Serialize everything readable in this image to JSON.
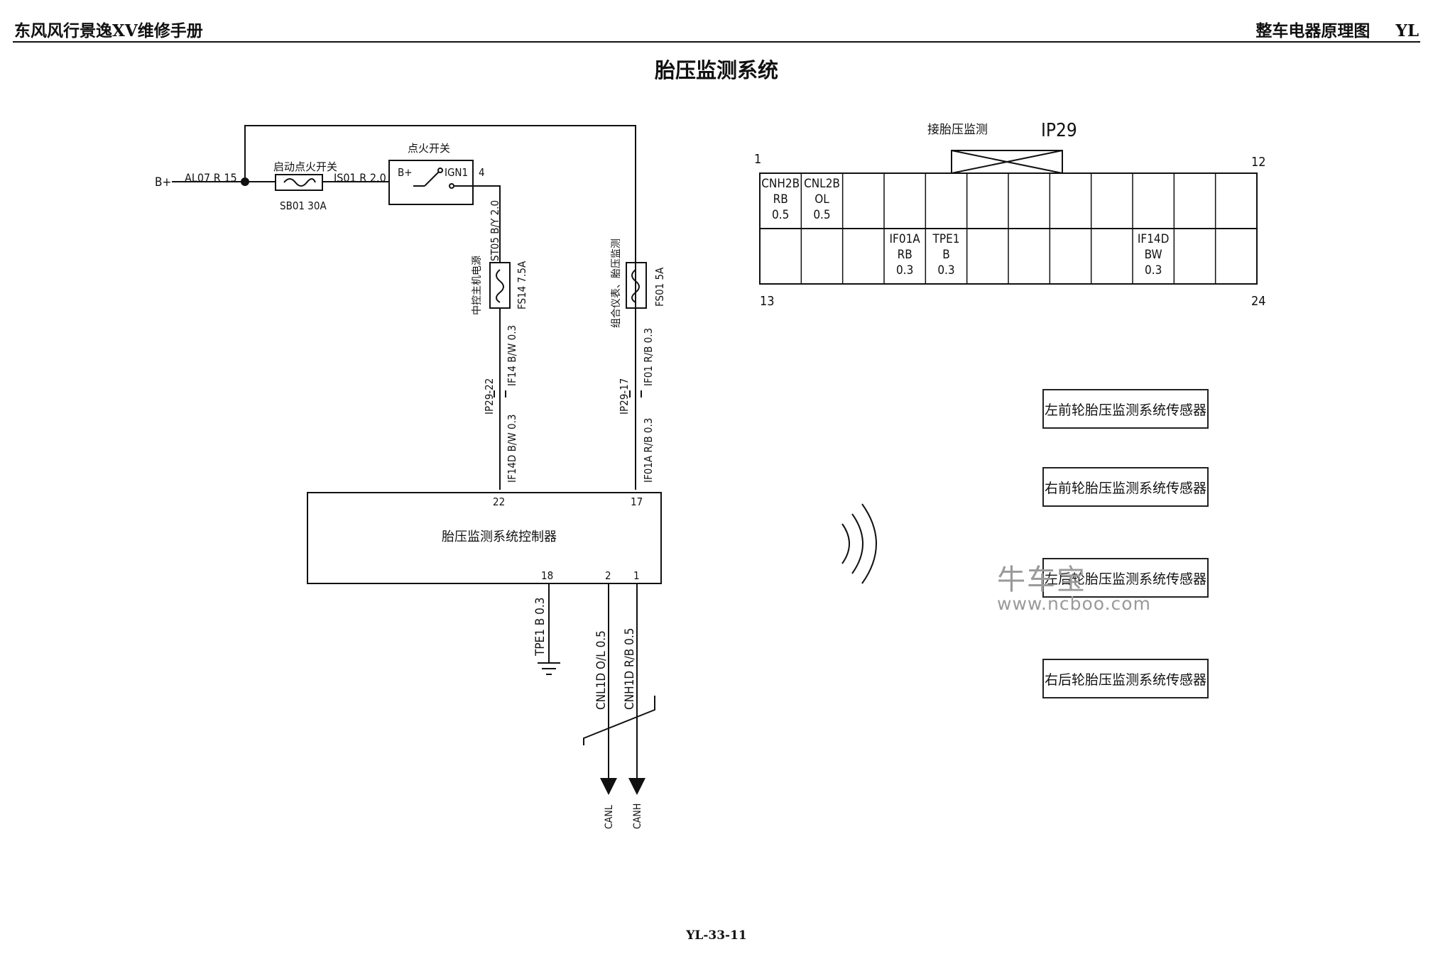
{
  "header": {
    "manual_title": "东风风行景逸XV维修手册",
    "section_title": "整车电器原理图",
    "section_code": "YL"
  },
  "page_title": "胎压监测系统",
  "footer": {
    "page_number": "YL-33-11"
  },
  "power": {
    "battery_label": "B+",
    "wire_in": "AL07 R 15",
    "fuse_top_label": "启动点火开关",
    "fuse_bottom_label": "SB01 30A",
    "wire_mid": "IS01 R 2.0",
    "switch_label": "点火开关",
    "switch_bplus": "B+",
    "switch_ign": "IGN1",
    "switch_pin": "4"
  },
  "branch_left": {
    "wire_top": "ST05 B/Y 2.0",
    "fuse_desc": "中控主机电源",
    "fuse_id": "FS14 7.5A",
    "wire_upper": "IF14 B/W 0.3",
    "connector": "IP29-22",
    "wire_lower": "IF14D B/W 0.3",
    "pin": "22"
  },
  "branch_right": {
    "fuse_desc": "组合仪表、胎压监测",
    "fuse_id": "FS01 5A",
    "wire_upper": "IF01 R/B 0.3",
    "connector": "IP29-17",
    "wire_lower": "IF01A R/B 0.3",
    "pin": "17"
  },
  "controller": {
    "label": "胎压监测系统控制器",
    "pins_bottom": [
      "18",
      "2",
      "1"
    ]
  },
  "ground_wire": "TPE1 B 0.3",
  "can": {
    "low_wire": "CNL1D O/L 0.5",
    "high_wire": "CNH1D R/B 0.5",
    "low_label": "CANL",
    "high_label": "CANH"
  },
  "connector_ip29": {
    "caption": "接胎压监测",
    "name": "IP29",
    "pin_first_top": "1",
    "pin_last_top": "12",
    "pin_first_bottom": "13",
    "pin_last_bottom": "24",
    "cells": [
      {
        "pin": 1,
        "lines": [
          "CNH2B",
          "RB",
          "0.5"
        ]
      },
      {
        "pin": 2,
        "lines": [
          "CNL2B",
          "OL",
          "0.5"
        ]
      },
      {
        "pin": 16,
        "lines": [
          "IF01A",
          "RB",
          "0.3"
        ]
      },
      {
        "pin": 17,
        "lines": [
          "TPE1",
          "B",
          "0.3"
        ]
      },
      {
        "pin": 22,
        "lines": [
          "IF14D",
          "BW",
          "0.3"
        ]
      }
    ]
  },
  "sensors": [
    "左前轮胎压监测系统传感器",
    "右前轮胎压监测系统传感器",
    "左后轮胎压监测系统传感器",
    "右后轮胎压监测系统传感器"
  ],
  "watermark": {
    "logo": "牛车宝",
    "url": "www.ncboo.com"
  }
}
